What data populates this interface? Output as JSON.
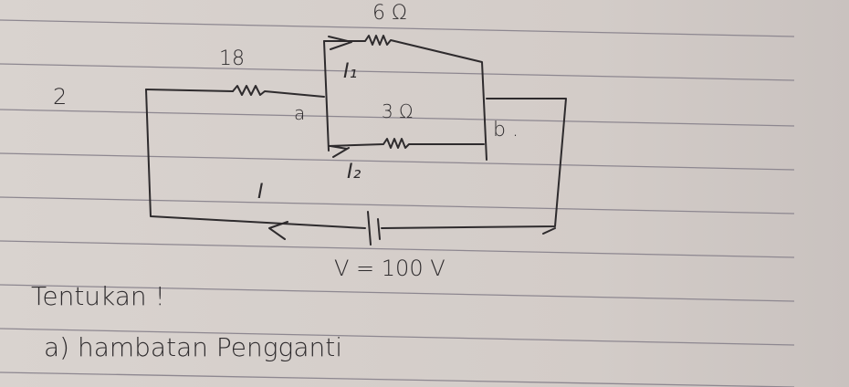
{
  "problem_number": "2",
  "circuit": {
    "r_series": "18",
    "r_top": "6 Ω",
    "r_bottom": "3 Ω",
    "current_top": "I₁",
    "current_bottom": "I₂",
    "current_main": "I",
    "node_a": "a",
    "node_b": "b .",
    "voltage": "V = 100 V"
  },
  "question": {
    "prompt": "Tentukan !",
    "items": [
      "a) hambatan Pengganti"
    ]
  },
  "colors": {
    "ink": "#2e2b2d",
    "paper": "#d4cdc9",
    "rule": "#8d8790"
  }
}
